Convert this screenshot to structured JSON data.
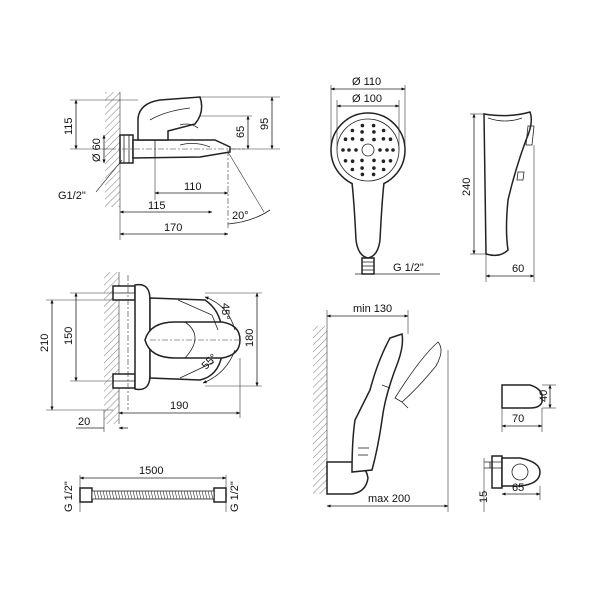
{
  "side_view": {
    "h_115": "115",
    "h_95": "95",
    "h_65": "65",
    "dia_60": "Ø 60",
    "thread": "G1/2\"",
    "w_110": "110",
    "w_115": "115",
    "w_170": "170",
    "angle_20": "20°"
  },
  "shower_head_front": {
    "dia_110": "Ø 110",
    "dia_100": "Ø 100",
    "thread": "G 1/2\""
  },
  "shower_head_side": {
    "h_240": "240",
    "w_60": "60"
  },
  "top_view": {
    "h_210": "210",
    "h_150": "150",
    "h_180": "180",
    "angle_45": "45°",
    "angle_55": "55°",
    "w_190": "190",
    "w_20": "20"
  },
  "holder_view": {
    "min_130": "min 130",
    "max_200": "max 200"
  },
  "holder_part": {
    "w_70": "70",
    "h_40": "40",
    "w_65": "65",
    "h_15": "15"
  },
  "hose": {
    "length_1500": "1500",
    "thread_left": "G 1/2\"",
    "thread_right": "G 1/2\""
  }
}
